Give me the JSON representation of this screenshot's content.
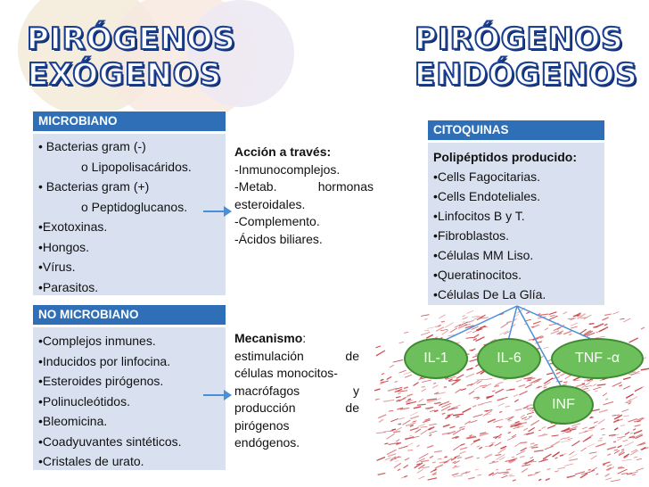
{
  "left_title": {
    "line1": "PIRÓGENOS",
    "line2": "EXÓGENOS"
  },
  "right_title": {
    "line1": "PIRÓGENOS",
    "line2": "ENDÓGENOS"
  },
  "microbiano": {
    "header": "MICROBIANO",
    "items": [
      "• Bacterias gram (-)",
      "o Lipopolisacáridos.",
      "• Bacterias gram (+)",
      "o Peptidoglucanos.",
      "•Exotoxinas.",
      "•Hongos.",
      "•Vírus.",
      "•Parasitos."
    ]
  },
  "no_microbiano": {
    "header": "NO MICROBIANO",
    "items": [
      "•Complejos inmunes.",
      "•Inducidos por linfocina.",
      "•Esteroides pirógenos.",
      "•Polinucleótidos.",
      "•Bleomicina.",
      "•Coadyuvantes sintéticos.",
      "•Cristales de urato."
    ]
  },
  "accion": {
    "heading": "Acción a través:",
    "lines": [
      "-Inmunocomplejos.",
      "-Metab.",
      "hormonas",
      "esteroidales.",
      "-Complemento.",
      "-Ácidos biliares."
    ]
  },
  "mecanismo": {
    "heading": "Mecanismo",
    "colon": ":",
    "lines": [
      "estimulación",
      "de",
      "células monocitos-",
      "macrófagos",
      "y",
      "producción",
      "de",
      "pirógenos",
      "endógenos."
    ]
  },
  "citoquinas": {
    "header": "CITOQUINAS",
    "heading": "Polipéptidos producido:",
    "items": [
      "•Cells Fagocitarias.",
      "•Cells Endoteliales.",
      "•Linfocitos B y T.",
      "•Fibroblastos.",
      "•Células MM Liso.",
      "•Queratinocitos.",
      "•Células De La Glía."
    ]
  },
  "cytokines": [
    "IL-1",
    "IL-6",
    "TNF -α",
    "INF"
  ],
  "colors": {
    "header_blue": "#2f6fb7",
    "body_blue": "#d9e1f0",
    "pill_green": "#6cbf5b",
    "noise_red": "#c0282d"
  }
}
